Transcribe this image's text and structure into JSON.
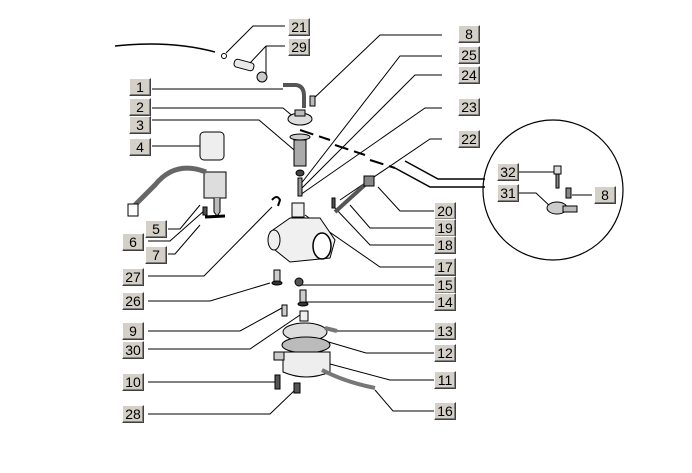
{
  "diagram": {
    "title": "Carburettor exploded parts diagram",
    "callouts": [
      {
        "id": "21",
        "label": "21"
      },
      {
        "id": "29",
        "label": "29"
      },
      {
        "id": "1",
        "label": "1"
      },
      {
        "id": "2",
        "label": "2"
      },
      {
        "id": "3",
        "label": "3"
      },
      {
        "id": "4",
        "label": "4"
      },
      {
        "id": "5",
        "label": "5"
      },
      {
        "id": "6",
        "label": "6"
      },
      {
        "id": "7",
        "label": "7"
      },
      {
        "id": "27",
        "label": "27"
      },
      {
        "id": "26",
        "label": "26"
      },
      {
        "id": "9",
        "label": "9"
      },
      {
        "id": "30",
        "label": "30"
      },
      {
        "id": "10",
        "label": "10"
      },
      {
        "id": "28",
        "label": "28"
      },
      {
        "id": "8",
        "label": "8"
      },
      {
        "id": "25",
        "label": "25"
      },
      {
        "id": "24",
        "label": "24"
      },
      {
        "id": "23",
        "label": "23"
      },
      {
        "id": "22",
        "label": "22"
      },
      {
        "id": "20",
        "label": "20"
      },
      {
        "id": "19",
        "label": "19"
      },
      {
        "id": "18",
        "label": "18"
      },
      {
        "id": "17",
        "label": "17"
      },
      {
        "id": "15",
        "label": "15"
      },
      {
        "id": "14",
        "label": "14"
      },
      {
        "id": "13",
        "label": "13"
      },
      {
        "id": "12",
        "label": "12"
      },
      {
        "id": "11",
        "label": "11"
      },
      {
        "id": "16",
        "label": "16"
      },
      {
        "id": "32",
        "label": "32"
      },
      {
        "id": "31",
        "label": "31"
      },
      {
        "id": "8b",
        "label": "8"
      }
    ],
    "detail_inset": {
      "title": "Detail view",
      "callouts": [
        "32",
        "31",
        "8"
      ]
    }
  }
}
